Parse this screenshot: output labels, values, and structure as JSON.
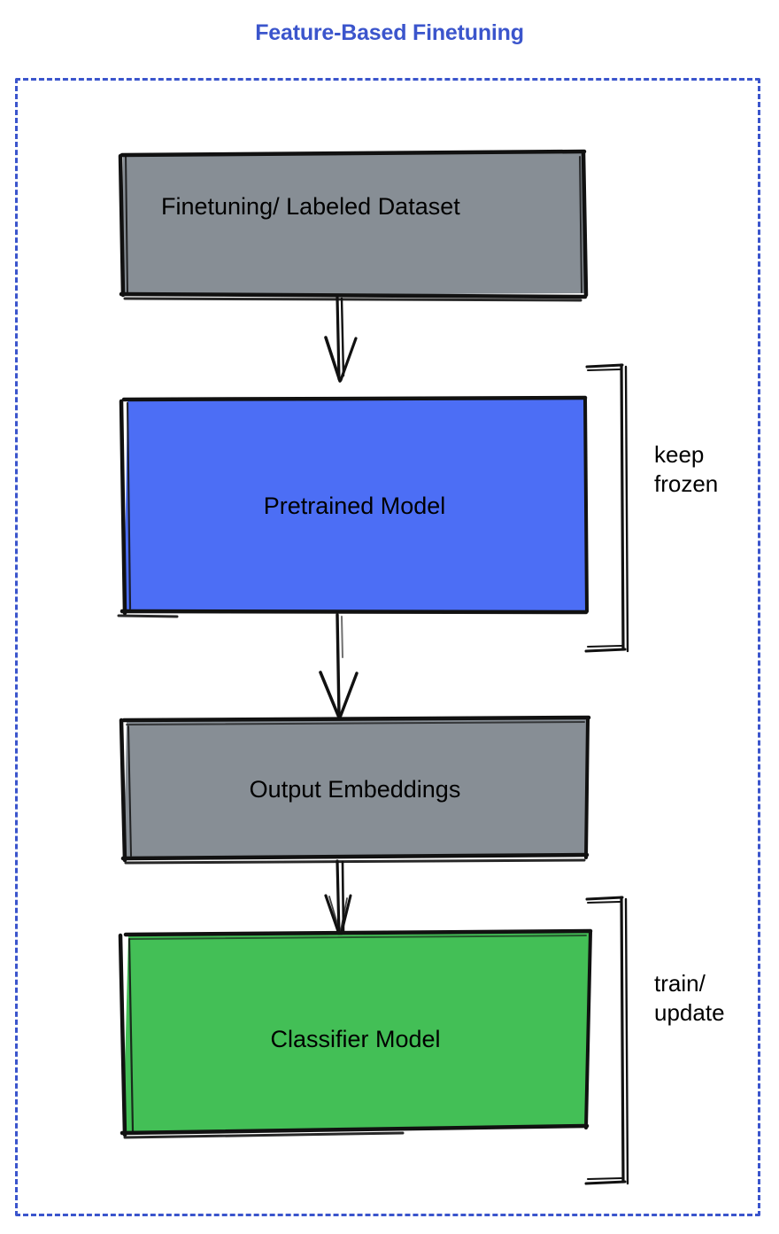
{
  "diagram": {
    "title": "Feature-Based Finetuning",
    "title_color": "#3b55cc",
    "frame_color": "#3b55cc",
    "background": "#ffffff",
    "nodes": [
      {
        "id": "dataset",
        "label": "Finetuning/ Labeled Dataset",
        "fill": "#878e95",
        "stroke": "#000000",
        "align": "left"
      },
      {
        "id": "pretrained-model",
        "label": "Pretrained Model",
        "fill": "#4c6ef5",
        "stroke": "#000000",
        "align": "center"
      },
      {
        "id": "output-embeddings",
        "label": "Output Embeddings",
        "fill": "#878e95",
        "stroke": "#000000",
        "align": "center"
      },
      {
        "id": "classifier-model",
        "label": "Classifier Model",
        "fill": "#43bf56",
        "stroke": "#000000",
        "align": "center"
      }
    ],
    "annotations": [
      {
        "id": "keep-frozen",
        "label": "keep\nfrozen",
        "targets": "pretrained-model"
      },
      {
        "id": "train-update",
        "label": "train/\nupdate",
        "targets": "classifier-model"
      }
    ],
    "edges": [
      {
        "id": "edge-dataset-to-pretrained",
        "from": "dataset",
        "to": "pretrained-model",
        "style": "arrow-down"
      },
      {
        "id": "edge-pretrained-to-embeddings",
        "from": "pretrained-model",
        "to": "output-embeddings",
        "style": "arrow-down"
      },
      {
        "id": "edge-embeddings-to-classifier",
        "from": "output-embeddings",
        "to": "classifier-model",
        "style": "arrow-down"
      }
    ]
  }
}
